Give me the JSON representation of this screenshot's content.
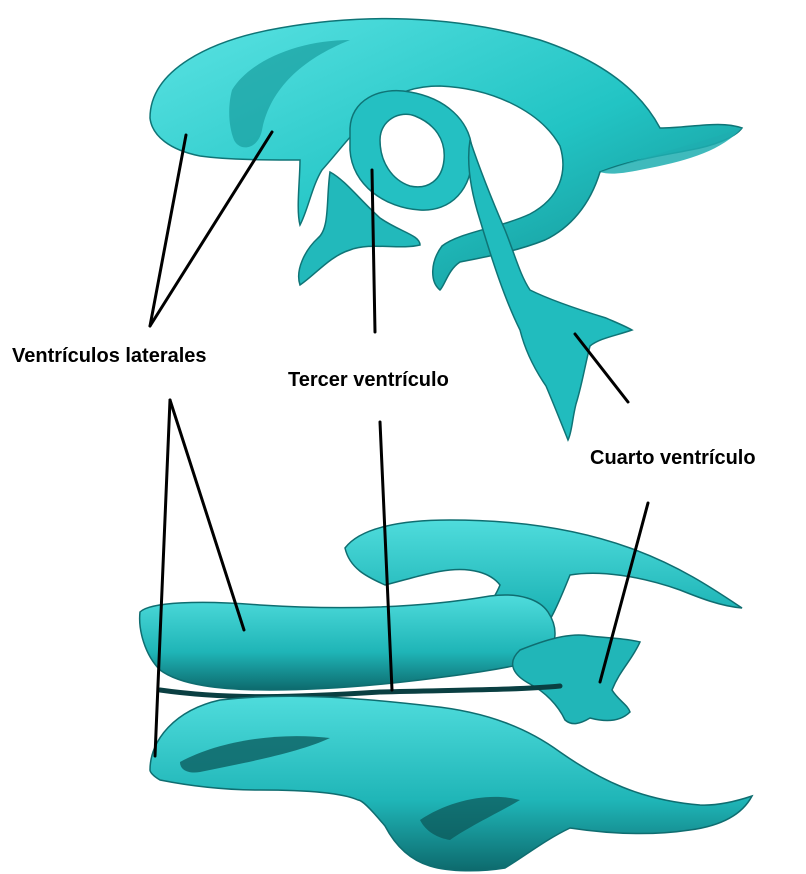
{
  "labels": {
    "lateral": "Ventrículos laterales",
    "third": "Tercer ventrículo",
    "fourth": "Cuarto ventrículo"
  },
  "colors": {
    "ventricle_fill": "#22c4c4",
    "ventricle_light": "#4fe0e0",
    "ventricle_shadow": "#0d5f62",
    "leader_line": "#000000",
    "background": "#ffffff"
  }
}
